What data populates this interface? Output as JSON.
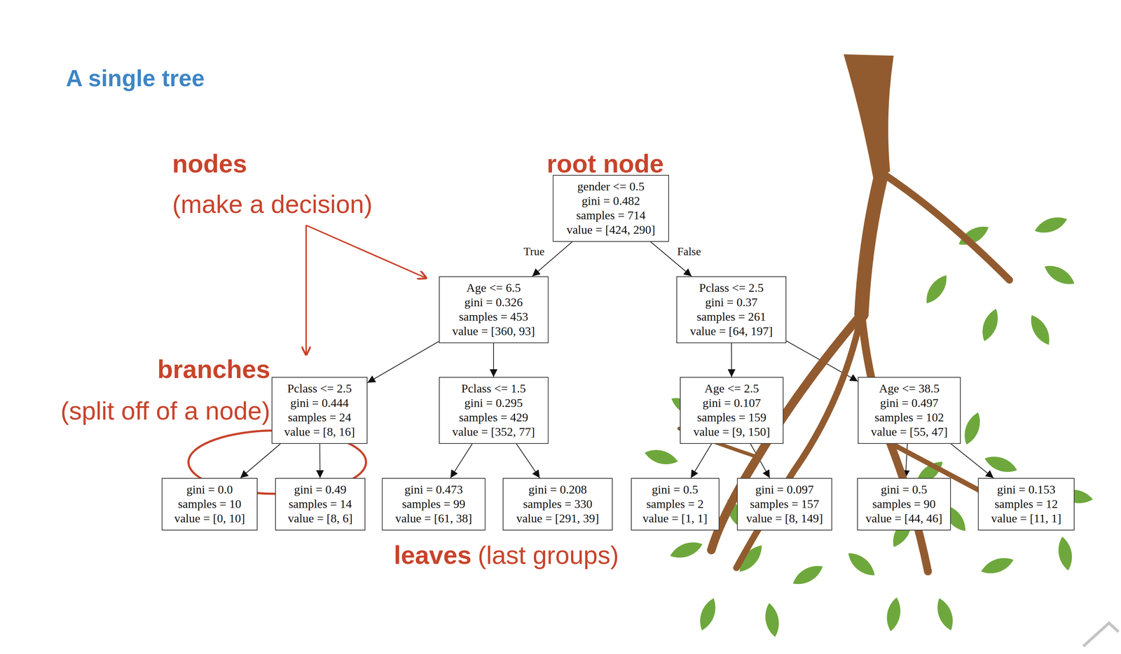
{
  "diagram": {
    "title": "A single tree",
    "nodes": [
      {
        "text": [
          "gender <= 0.5",
          "gini = 0.482",
          "samples = 714",
          "value = [424, 290]"
        ]
      },
      {
        "text": [
          "Age <= 6.5",
          "gini = 0.326",
          "samples = 453",
          "value = [360, 93]"
        ]
      },
      {
        "text": [
          "Pclass <= 2.5",
          "gini = 0.37",
          "samples = 261",
          "value = [64, 197]"
        ]
      },
      {
        "text": [
          "Pclass <= 2.5",
          "gini = 0.444",
          "samples = 24",
          "value = [8, 16]"
        ]
      },
      {
        "text": [
          "Pclass <= 1.5",
          "gini = 0.295",
          "samples = 429",
          "value = [352, 77]"
        ]
      },
      {
        "text": [
          "Age <= 2.5",
          "gini = 0.107",
          "samples = 159",
          "value = [9, 150]"
        ]
      },
      {
        "text": [
          "Age <= 38.5",
          "gini = 0.497",
          "samples = 102",
          "value = [55, 47]"
        ]
      },
      {
        "text": [
          "gini = 0.0",
          "samples = 10",
          "value = [0, 10]"
        ]
      },
      {
        "text": [
          "gini = 0.49",
          "samples = 14",
          "value = [8, 6]"
        ]
      },
      {
        "text": [
          "gini = 0.473",
          "samples = 99",
          "value = [61, 38]"
        ]
      },
      {
        "text": [
          "gini = 0.208",
          "samples = 330",
          "value = [291, 39]"
        ]
      },
      {
        "text": [
          "gini = 0.5",
          "samples = 2",
          "value = [1, 1]"
        ]
      },
      {
        "text": [
          "gini = 0.097",
          "samples = 157",
          "value = [8, 149]"
        ]
      },
      {
        "text": [
          "gini = 0.5",
          "samples = 90",
          "value = [44, 46]"
        ]
      },
      {
        "text": [
          "gini = 0.153",
          "samples = 12",
          "value = [11, 1]"
        ]
      }
    ],
    "edges": [
      {
        "from": 0,
        "to": 1,
        "arrow": "to",
        "label": "True"
      },
      {
        "from": 0,
        "to": 2,
        "arrow": "to",
        "label": "False"
      },
      {
        "from": 1,
        "to": 3,
        "arrow": "to"
      },
      {
        "from": 1,
        "to": 4,
        "arrow": "to"
      },
      {
        "from": 2,
        "to": 5,
        "arrow": "to"
      },
      {
        "from": 2,
        "to": 6,
        "arrow": "to"
      },
      {
        "from": 3,
        "to": 7,
        "arrow": "to"
      },
      {
        "from": 3,
        "to": 8,
        "arrow": "to"
      },
      {
        "from": 4,
        "to": 9,
        "arrow": "to"
      },
      {
        "from": 4,
        "to": 10,
        "arrow": "to"
      },
      {
        "from": 5,
        "to": 11,
        "arrow": "to"
      },
      {
        "from": 5,
        "to": 12,
        "arrow": "to"
      },
      {
        "from": 6,
        "to": 13,
        "arrow": "to"
      },
      {
        "from": 6,
        "to": 14,
        "arrow": "to"
      }
    ],
    "labels": [
      "nodes",
      "(make a decision)",
      "root node",
      "branches",
      "(split off of a node)",
      "leaves",
      "(last groups)"
    ]
  }
}
